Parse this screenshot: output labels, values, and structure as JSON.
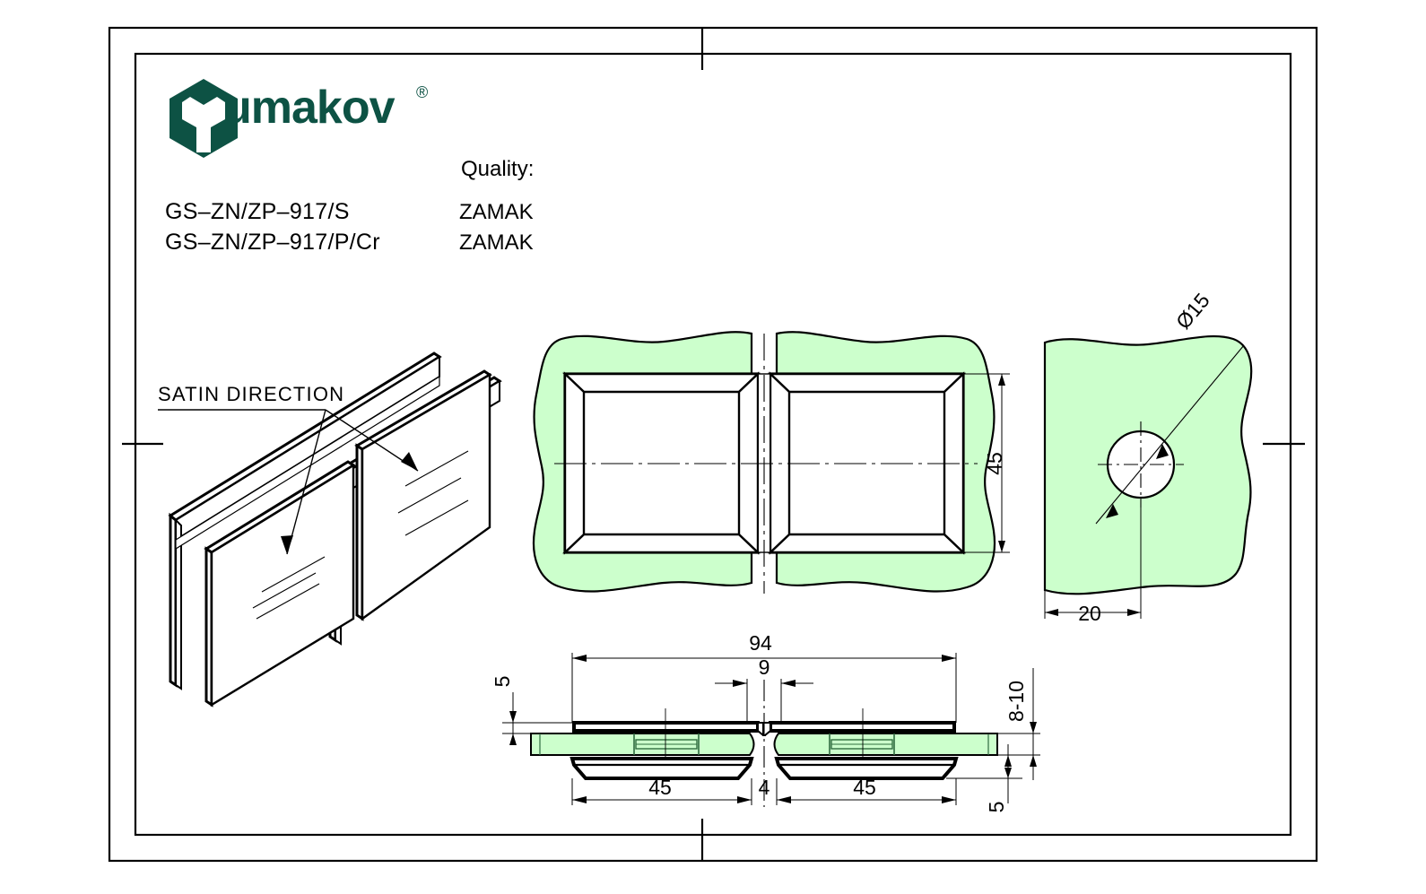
{
  "sheet": {
    "background_color": "#ffffff",
    "line_color": "#000000",
    "glass_fill_color": "#ccffcc",
    "brand_color": "#0d5244"
  },
  "logo": {
    "wordmark": "umakov",
    "registered_mark": "®",
    "icon_name": "umakov-hexagon-logo"
  },
  "header": {
    "quality_label": "Quality:",
    "products": [
      {
        "code": "GS–ZN/ZP–917/S",
        "quality": "ZAMAK"
      },
      {
        "code": "GS–ZN/ZP–917/P/Cr",
        "quality": "ZAMAK"
      }
    ]
  },
  "annotations": {
    "satin_direction": "SATIN DIRECTION"
  },
  "dimensions": {
    "front_height": "45",
    "hole_diameter": "Ø15",
    "side_depth": "20",
    "section_total_width": "94",
    "section_gap": "9",
    "section_left_pad": "45",
    "section_right_pad": "45",
    "section_glass_gap": "4",
    "section_top_plate": "5",
    "section_bottom_plate": "5",
    "section_glass_thickness": "8-10"
  },
  "views": [
    {
      "name": "isometric-satin-view"
    },
    {
      "name": "front-view"
    },
    {
      "name": "side-view"
    },
    {
      "name": "section-view"
    }
  ]
}
